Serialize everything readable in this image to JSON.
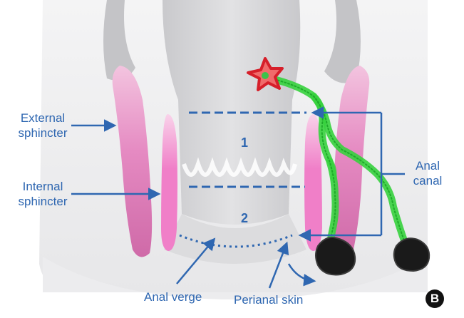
{
  "labels": {
    "external_sphincter_line1": "External",
    "external_sphincter_line2": "sphincter",
    "internal_sphincter_line1": "Internal",
    "internal_sphincter_line2": "sphincter",
    "anal_canal_line1": "Anal",
    "anal_canal_line2": "canal",
    "anal_verge": "Anal verge",
    "perianal_skin": "Perianal skin"
  },
  "zones": {
    "upper": "1",
    "lower": "2"
  },
  "panel_badge": "B",
  "colors": {
    "annotation_blue": "#2f67b1",
    "tissue_gray": "#d9d9d9",
    "sphincter_pink": "#e271b8",
    "inner_sphincter_pink": "#f07fc8",
    "fistula_green": "#36d13d",
    "lesion_red": "#e8343a",
    "opening_black": "#1a1a1a"
  },
  "icons": {
    "upper_lesion": "red-star-lesion",
    "external_openings": "black-blob-opening",
    "fistula_tracts": "green-scribble-tract"
  }
}
